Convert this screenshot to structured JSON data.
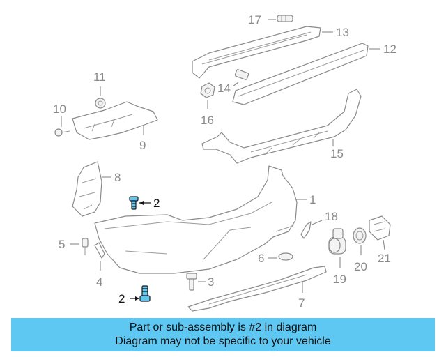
{
  "callouts": {
    "c1": "1",
    "c2a": "2",
    "c2b": "2",
    "c3": "3",
    "c4": "4",
    "c5": "5",
    "c6": "6",
    "c7": "7",
    "c8": "8",
    "c9": "9",
    "c10": "10",
    "c11": "11",
    "c12": "12",
    "c13": "13",
    "c14": "14",
    "c15": "15",
    "c16": "16",
    "c17": "17",
    "c18": "18",
    "c19": "19",
    "c20": "20",
    "c21": "21"
  },
  "highlight_color": "#5ec8f2",
  "banner": {
    "line1": "Part or sub-assembly is #2 in diagram",
    "line2": "Diagram may not be specific to your vehicle"
  }
}
